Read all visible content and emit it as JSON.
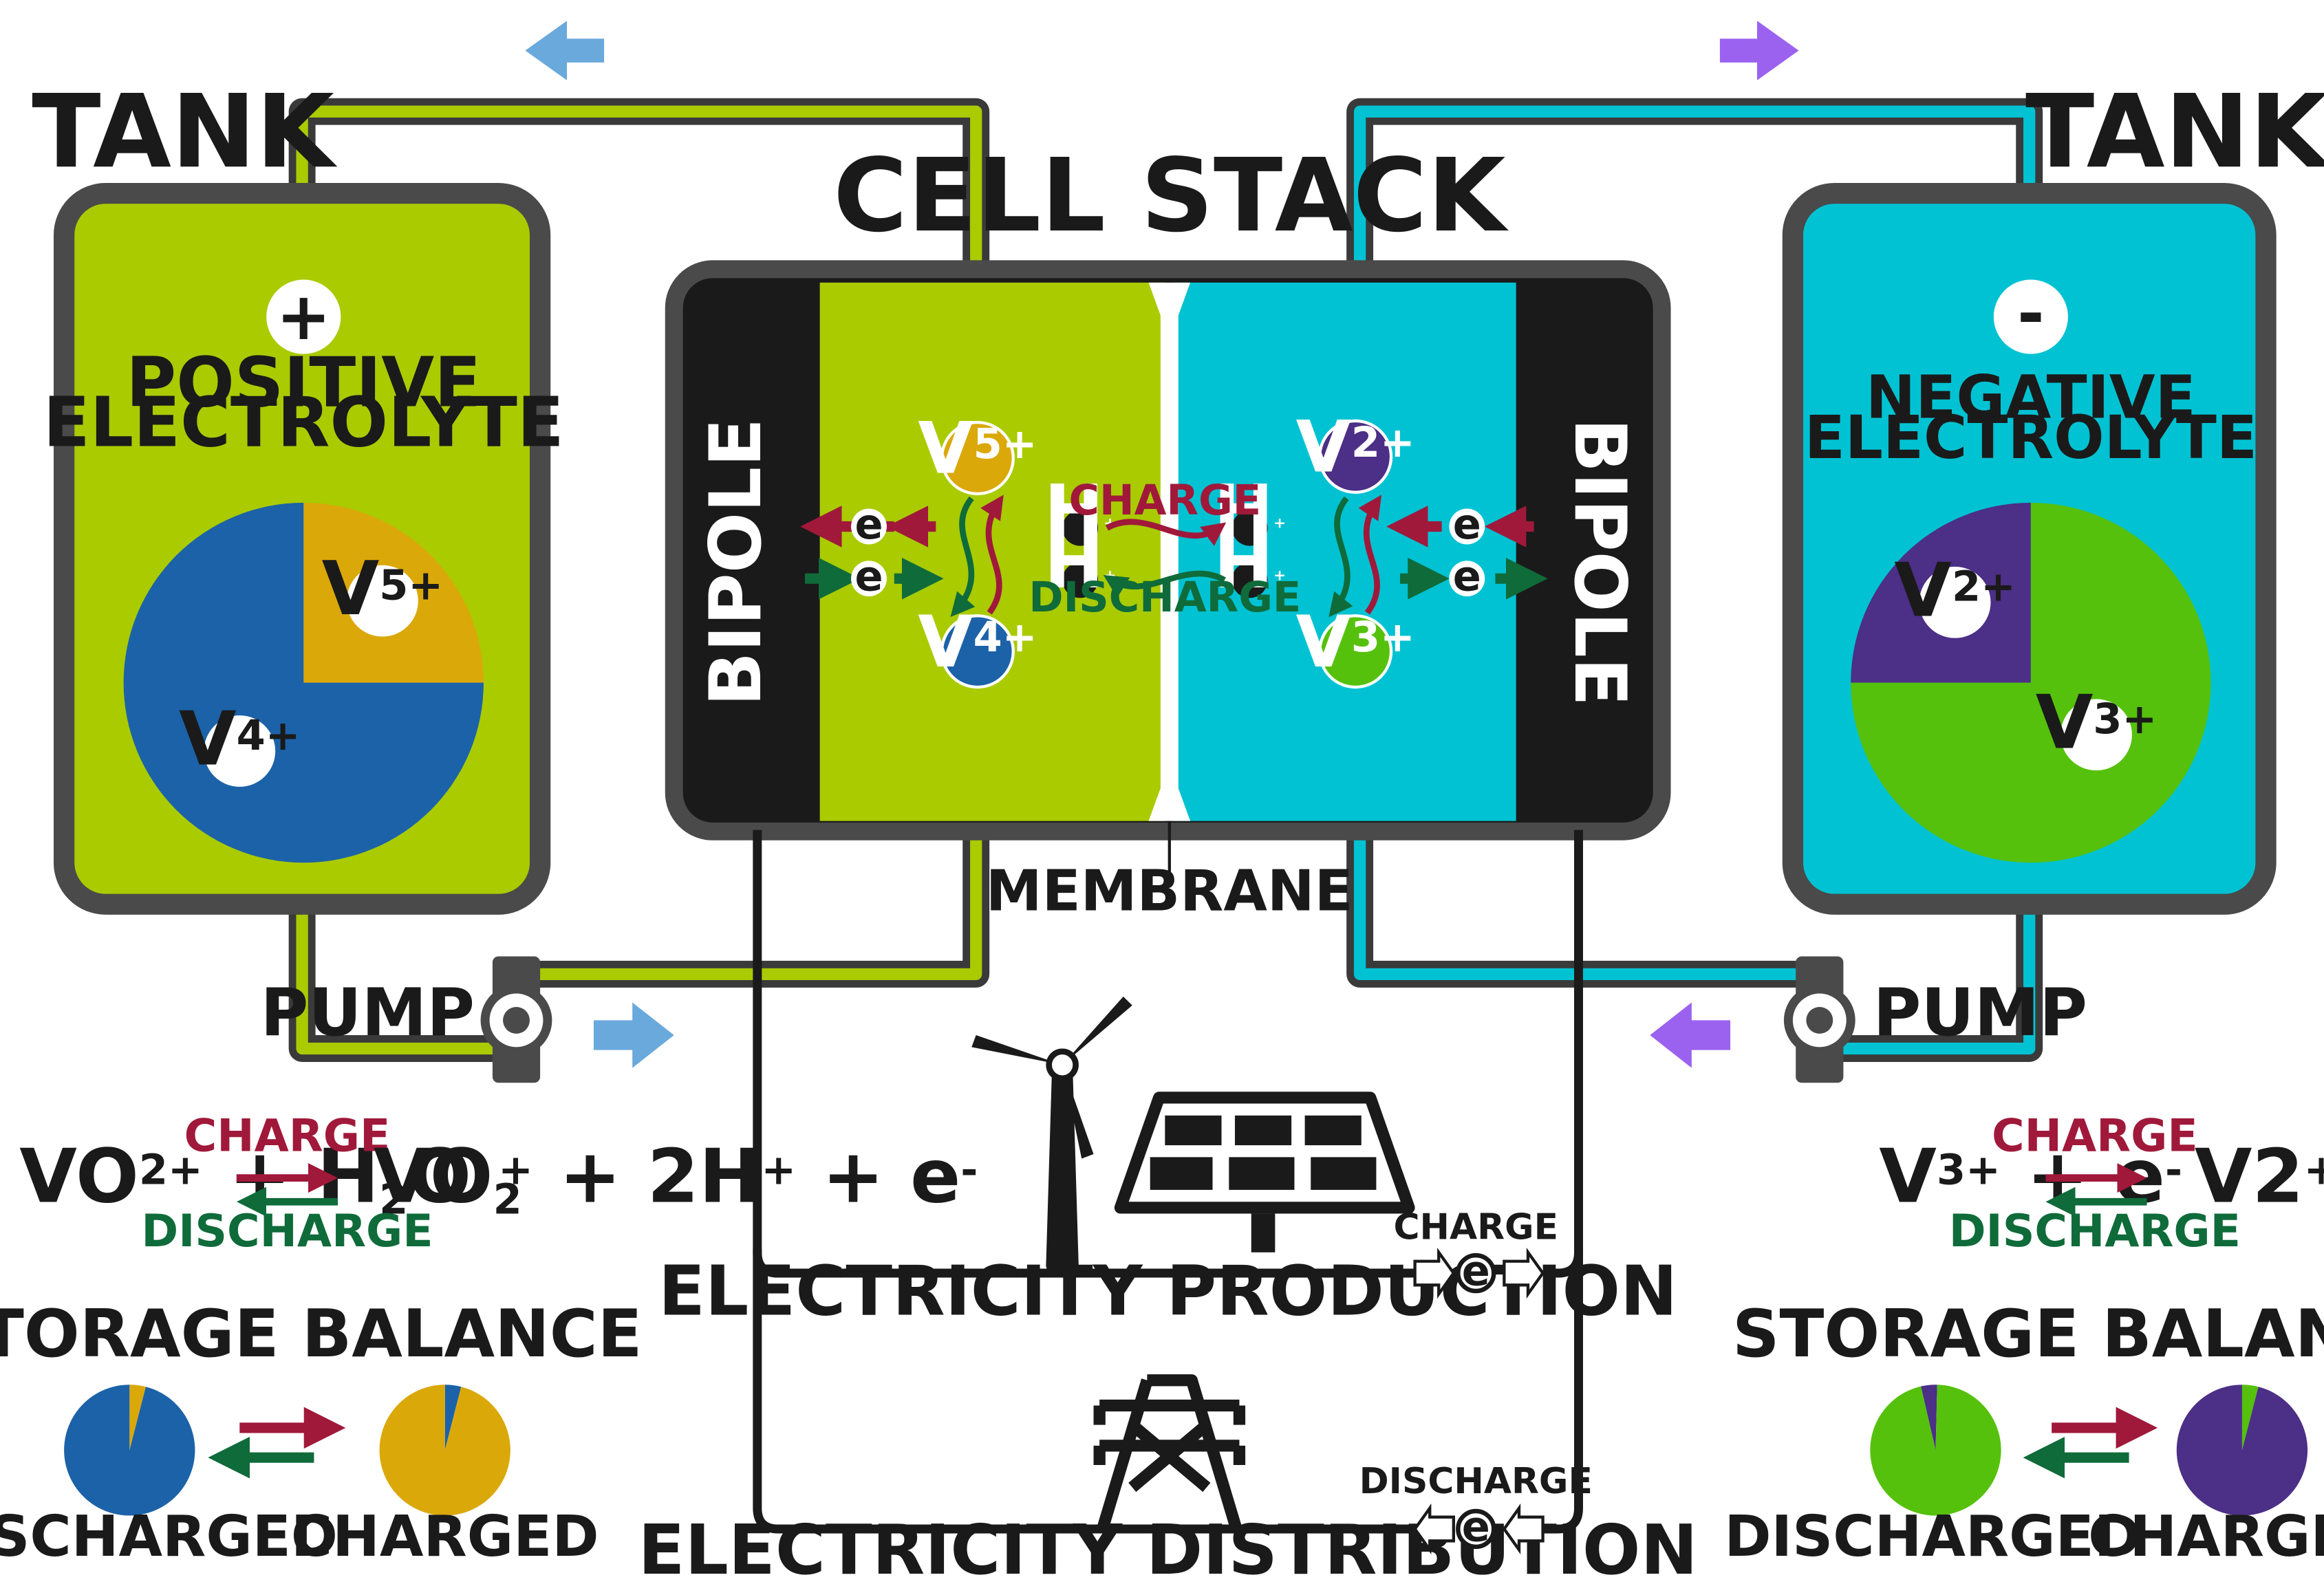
{
  "tanks": {
    "left": {
      "title": "TANK",
      "sign": "+",
      "label_line1": "POSITIVE",
      "label_line2": "ELECTROLYTE",
      "ion_a": "V",
      "ion_a_charge": "5+",
      "ion_b": "V",
      "ion_b_charge": "4+"
    },
    "right": {
      "title": "TANK",
      "sign": "-",
      "label_line1": "NEGATIVE",
      "label_line2": "ELECTROLYTE",
      "ion_a": "V",
      "ion_a_charge": "2+",
      "ion_b": "V",
      "ion_b_charge": "3+"
    }
  },
  "cell_stack": {
    "title": "CELL STACK",
    "bipole_left": "BIPOLE",
    "bipole_right": "BIPOLE",
    "membrane": "MEMBRANE",
    "charge": "CHARGE",
    "discharge": "DISCHARGE",
    "electron": "e",
    "proton": "H",
    "proton_charge": "+",
    "left_top_ion": "V",
    "left_top_charge": "5+",
    "left_bottom_ion": "V",
    "left_bottom_charge": "4+",
    "right_top_ion": "V",
    "right_top_charge": "2+",
    "right_bottom_ion": "V",
    "right_bottom_charge": "3+"
  },
  "pumps": {
    "left": "PUMP",
    "right": "PUMP"
  },
  "equations": {
    "left": {
      "lhs_a": "VO",
      "lhs_a_sup": "2+",
      "lhs_b": " + H",
      "lhs_b_sub": "2",
      "lhs_c": "O",
      "rhs_a": "VO",
      "rhs_a_sub": "2",
      "rhs_a_sup": "+",
      "rhs_b": " + 2H",
      "rhs_b_sup": "+",
      "rhs_c": " + e",
      "rhs_c_sup": "-",
      "charge": "CHARGE",
      "discharge": "DISCHARGE"
    },
    "right": {
      "lhs_a": "V",
      "lhs_a_sup": "3+",
      "lhs_b": " + e",
      "lhs_b_sup": "-",
      "rhs_a": "V2",
      "rhs_a_sup": "+",
      "charge": "CHARGE",
      "discharge": "DISCHARGE"
    }
  },
  "storage_balance": {
    "left": {
      "title": "STORAGE BALANCE",
      "discharged": "DISCHARGED",
      "charged": "CHARGED"
    },
    "right": {
      "title": "STORAGE BALANCE",
      "discharged": "DISCHARGED",
      "charged": "CHARGED"
    }
  },
  "grid": {
    "production": "ELECTRICITY PRODUCTION",
    "distribution": "ELECTRICITY DISTRIBUTION",
    "charge": "CHARGE",
    "discharge": "DISCHARGE",
    "electron": "e"
  },
  "colors": {
    "positive": "#a9cb00",
    "negative": "#00c2d2",
    "frame": "#4a4a4a",
    "v5": "#dba80a",
    "v4": "#1c62a8",
    "v2": "#4c2f86",
    "v3": "#55c10c",
    "charge_arrow": "#a0193a",
    "discharge_arrow": "#0f6b3a",
    "flow_left": "#6aa9dc",
    "flow_right": "#9b62f0"
  },
  "chart_data": [
    {
      "type": "pie",
      "name": "positive-tank",
      "slices": [
        {
          "label": "V5+",
          "value": 25
        },
        {
          "label": "V4+",
          "value": 75
        }
      ]
    },
    {
      "type": "pie",
      "name": "negative-tank",
      "slices": [
        {
          "label": "V2+",
          "value": 25
        },
        {
          "label": "V3+",
          "value": 75
        }
      ]
    },
    {
      "type": "pie",
      "name": "positive-discharged",
      "slices": [
        {
          "label": "V5+",
          "value": 4
        },
        {
          "label": "V4+",
          "value": 96
        }
      ]
    },
    {
      "type": "pie",
      "name": "positive-charged",
      "slices": [
        {
          "label": "V4+",
          "value": 4
        },
        {
          "label": "V5+",
          "value": 96
        }
      ]
    },
    {
      "type": "pie",
      "name": "negative-discharged",
      "slices": [
        {
          "label": "V2+",
          "value": 4
        },
        {
          "label": "V3+",
          "value": 96
        }
      ]
    },
    {
      "type": "pie",
      "name": "negative-charged",
      "slices": [
        {
          "label": "V3+",
          "value": 4
        },
        {
          "label": "V2+",
          "value": 96
        }
      ]
    }
  ]
}
